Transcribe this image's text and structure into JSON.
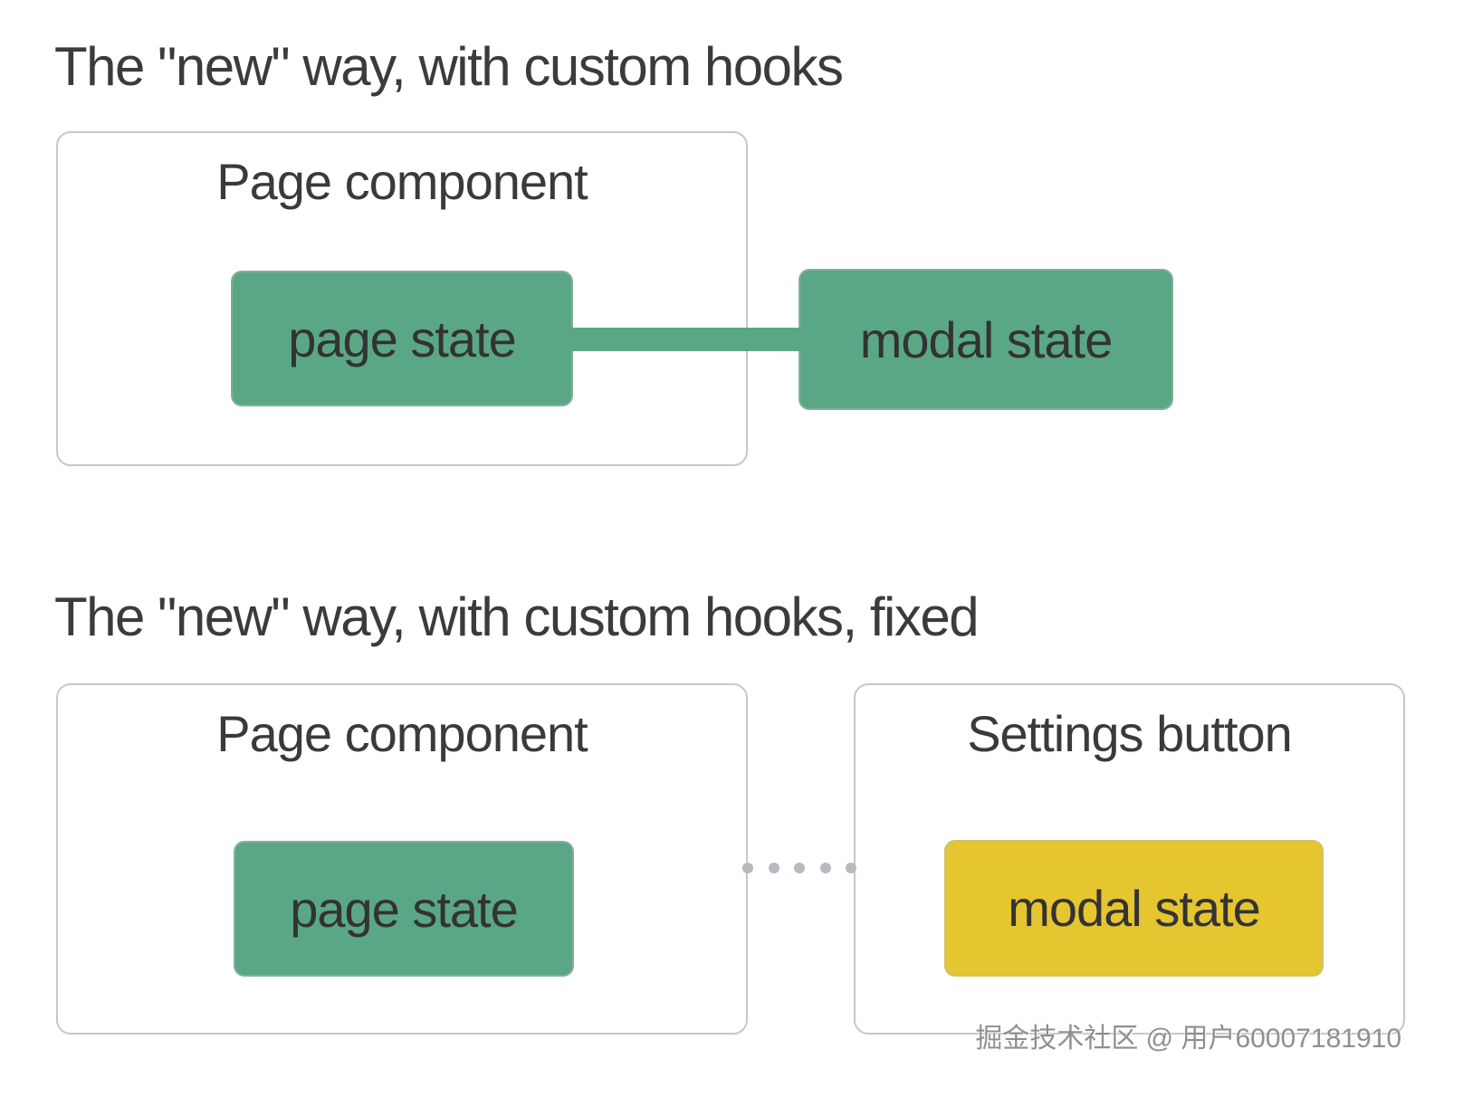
{
  "watermark": {
    "text": "掘金技术社区 @ 用户60007181910"
  },
  "colors": {
    "background": "#ffffff",
    "title_text": "#3b3b3b",
    "node_text": "#333333",
    "container_border": "#c8c8c8",
    "green": "#5aa786",
    "yellow": "#e5c530",
    "dot_gray": "#b7bac0"
  },
  "section1": {
    "title": "The \"new\" way, with custom hooks",
    "container_label": "Page component",
    "page_state_label": "page state",
    "modal_state_label": "modal state",
    "connector_style": "solid"
  },
  "section2": {
    "title": "The \"new\" way, with custom hooks, fixed",
    "page_container_label": "Page component",
    "settings_container_label": "Settings button",
    "page_state_label": "page state",
    "modal_state_label": "modal state",
    "connector_style": "dotted",
    "dot_count": 5
  }
}
